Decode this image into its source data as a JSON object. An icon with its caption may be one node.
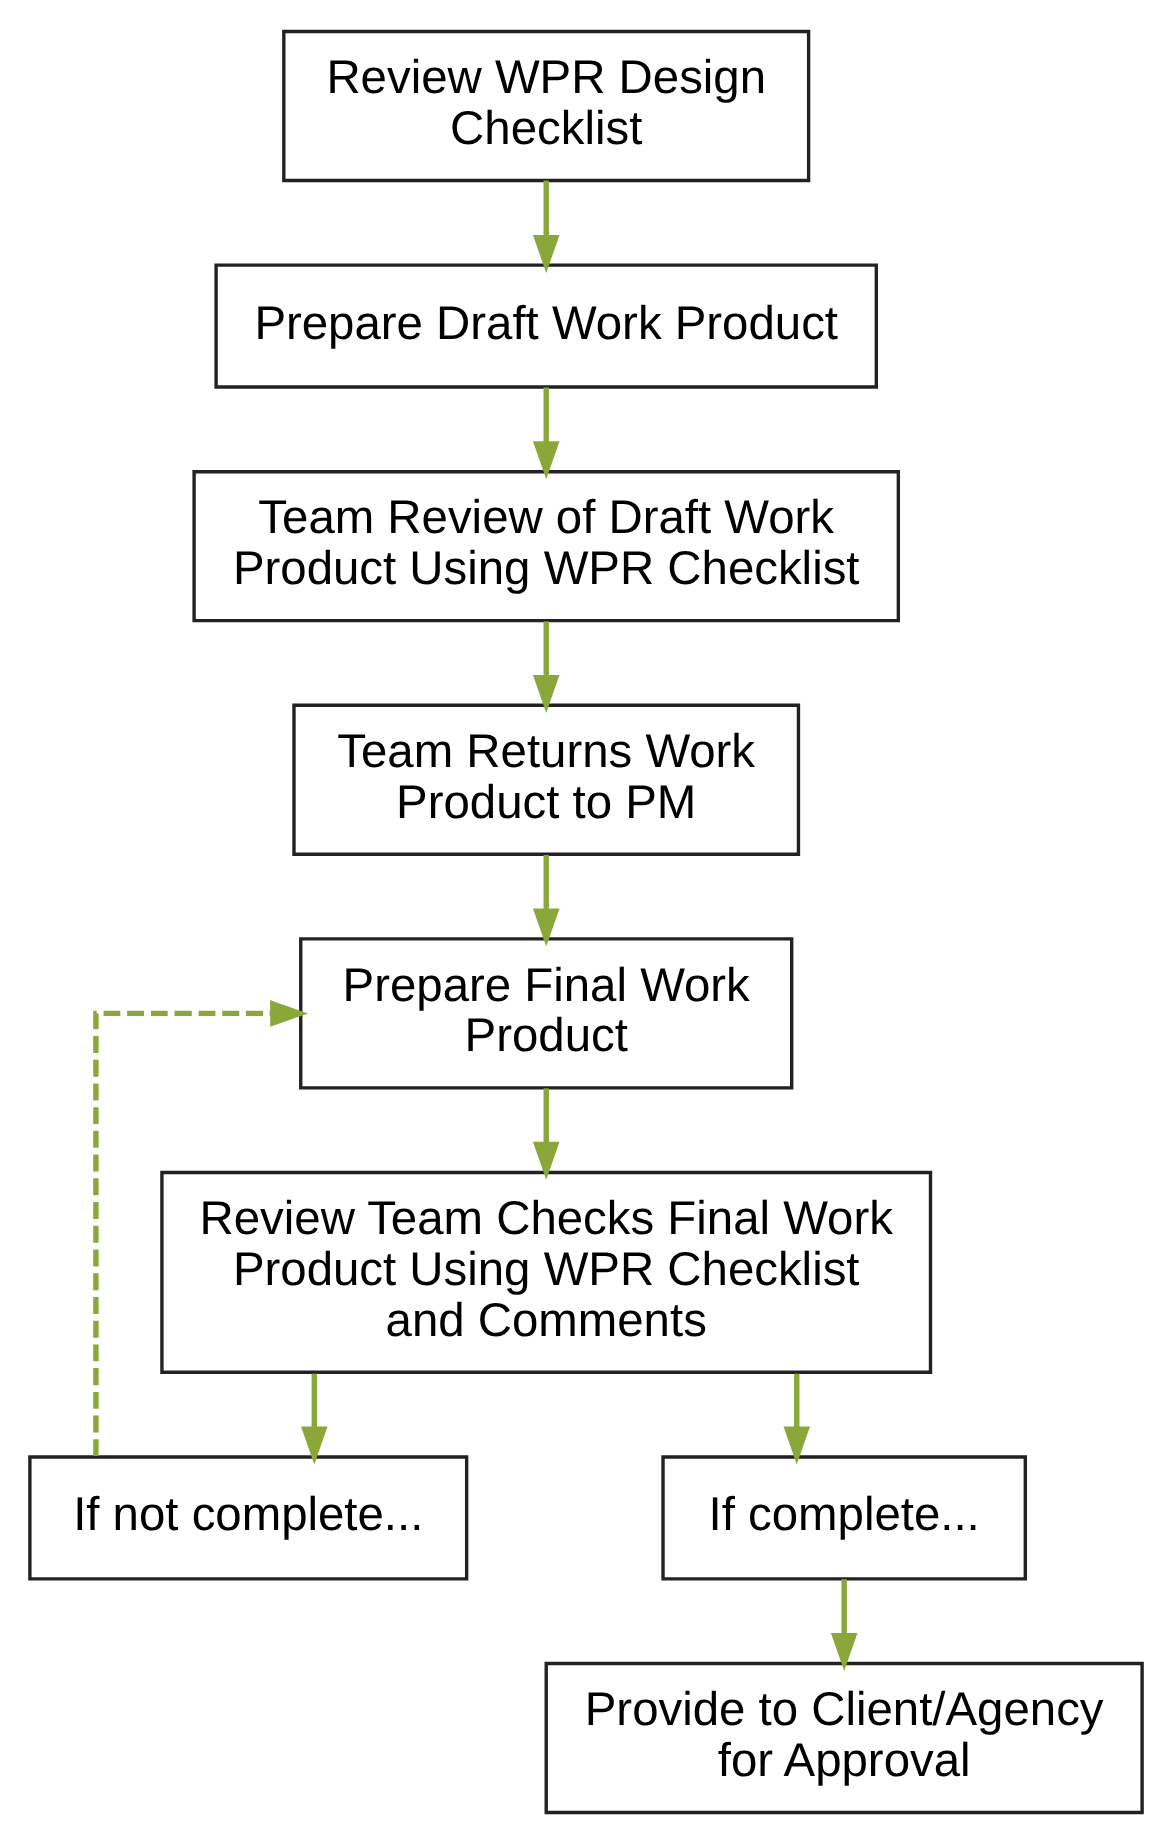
{
  "diagram": {
    "nodes": [
      {
        "text": [
          "Review WPR Design Checklist"
        ]
      },
      {
        "text": [
          "Prepare Draft Work Product"
        ]
      },
      {
        "text": [
          "Team Review of Draft Work Product Using WPR Checklist"
        ]
      },
      {
        "text": [
          "Team Returns Work Product to PM"
        ]
      },
      {
        "text": [
          "Prepare Final Work Product"
        ]
      },
      {
        "text": [
          "Review Team Checks Final Work Product Using WPR Checklist and Comments"
        ]
      },
      {
        "text": [
          "If not complete..."
        ]
      },
      {
        "text": [
          "If complete..."
        ]
      },
      {
        "text": [
          "Provide to Client/Agency for Approval"
        ]
      }
    ],
    "edges": [
      {
        "from": 0,
        "to": 1,
        "arrow": "to"
      },
      {
        "from": 1,
        "to": 2,
        "arrow": "to"
      },
      {
        "from": 2,
        "to": 3,
        "arrow": "to"
      },
      {
        "from": 3,
        "to": 4,
        "arrow": "to"
      },
      {
        "from": 4,
        "to": 5,
        "arrow": "to"
      },
      {
        "from": 5,
        "to": 6,
        "arrow": "to"
      },
      {
        "from": 5,
        "to": 7,
        "arrow": "to"
      },
      {
        "from": 7,
        "to": 8,
        "arrow": "to"
      },
      {
        "from": 6,
        "to": 4,
        "arrow": "to",
        "style": "dashed"
      }
    ]
  }
}
